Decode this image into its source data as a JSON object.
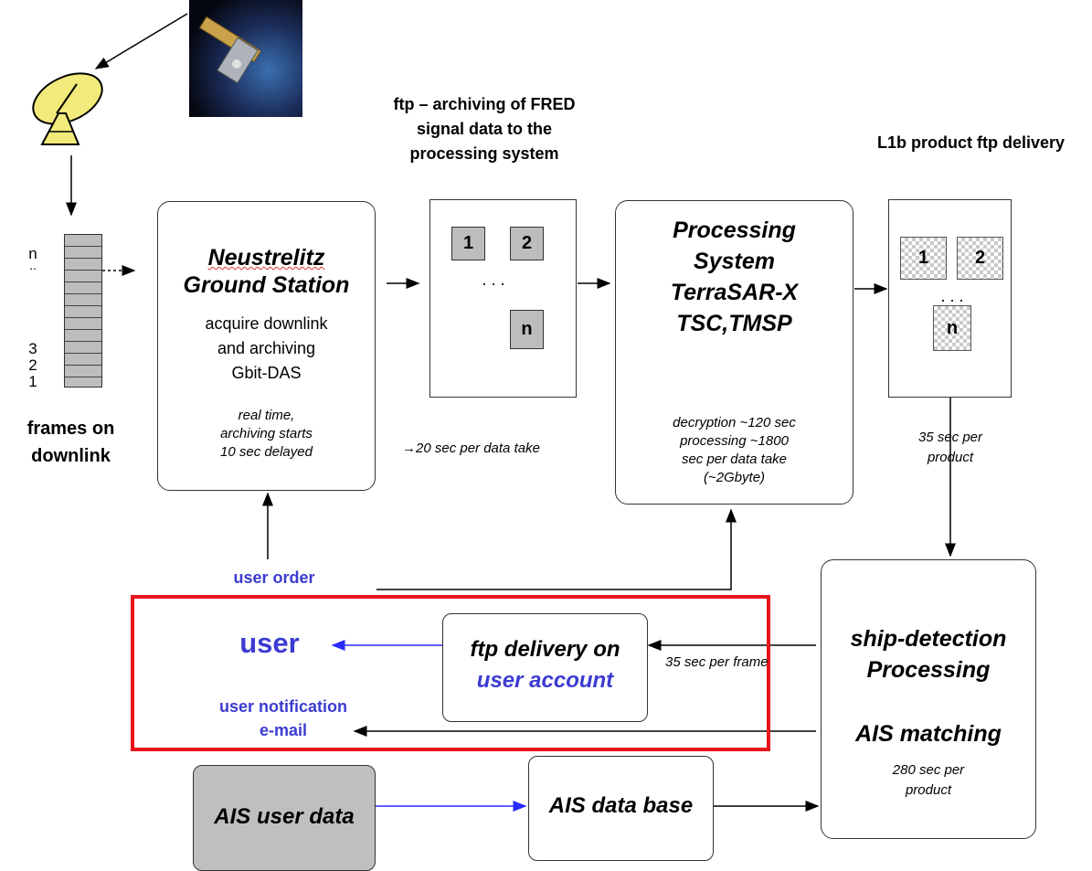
{
  "frames": {
    "label_n": "n",
    "label_dots": "..",
    "label_3": "3",
    "label_2": "2",
    "label_1": "1",
    "caption_line1": "frames on",
    "caption_line2": "downlink"
  },
  "ground_station": {
    "title_line1": "Neustrelitz",
    "title_line2": "Ground Station",
    "sub_line1": "acquire downlink",
    "sub_line2": "and archiving",
    "sub_line3": "Gbit-DAS",
    "note_line1": "real time,",
    "note_line2": "archiving starts",
    "note_line3": "10 sec delayed"
  },
  "ftp_archiving": {
    "title_line1": "ftp – archiving  of FRED",
    "title_line2": "signal data to the",
    "title_line3": "processing system",
    "item_1": "1",
    "item_2": "2",
    "item_dots": ". . .",
    "item_n": "n",
    "note": "→20 sec per data  take"
  },
  "processing": {
    "title_line1": "Processing",
    "title_line2": "System",
    "title_line3": "TerraSAR-X",
    "title_line4": "TSC,TMSP",
    "note_line1": "decryption  ~120 sec",
    "note_line2": "processing  ~1800",
    "note_line3": "sec per  data  take",
    "note_line4": "(~2Gbyte)"
  },
  "l1b": {
    "title": "L1b product ftp delivery",
    "item_1": "1",
    "item_2": "2",
    "item_dots": ". . .",
    "item_n": "n",
    "note_line1": "35 sec per",
    "note_line2": "product"
  },
  "ship_detection": {
    "title_line1": "ship-detection",
    "title_line2": "Processing",
    "title_line3": "AIS matching",
    "note_line1": "280 sec per",
    "note_line2": "product"
  },
  "user_section": {
    "user_order": "user order",
    "user": "user",
    "notification_line1": "user notification",
    "notification_line2": "e-mail",
    "ftp_delivery_line1": "ftp delivery on",
    "ftp_delivery_line2": "user account",
    "per_frame": "35 sec per frame"
  },
  "ais": {
    "user_data": "AIS user data",
    "data_base": "AIS data base"
  },
  "colors": {
    "highlight": "#e8141c",
    "blue_text": "#3b3bd1",
    "blue_arrow": "#2a2aff",
    "gray_fill": "#bfbfbf"
  }
}
